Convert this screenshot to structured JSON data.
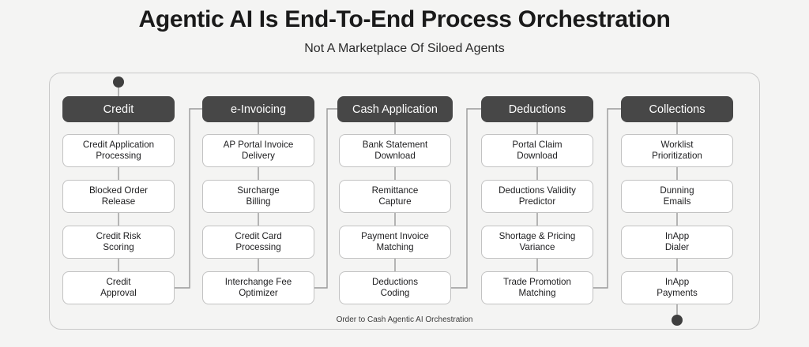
{
  "header": {
    "title": "Agentic AI Is End-To-End Process Orchestration",
    "subtitle": "Not A Marketplace Of Siloed Agents"
  },
  "diagram": {
    "caption": "Order to Cash Agentic AI Orchestration",
    "colors": {
      "page_background": "#f4f4f3",
      "column_header_fill": "#474747",
      "column_header_text": "#ffffff",
      "node_fill": "#ffffff",
      "node_border": "#c2c2c2",
      "connector": "#9a9a9a",
      "endpoint_dot": "#3f3f3f",
      "frame_border": "#c9c9c9"
    },
    "columns": [
      {
        "header": "Credit",
        "nodes": [
          {
            "line1": "Credit Application",
            "line2": "Processing"
          },
          {
            "line1": "Blocked Order",
            "line2": "Release"
          },
          {
            "line1": "Credit Risk",
            "line2": "Scoring"
          },
          {
            "line1": "Credit",
            "line2": "Approval"
          }
        ]
      },
      {
        "header": "e-Invoicing",
        "nodes": [
          {
            "line1": "AP Portal Invoice",
            "line2": "Delivery"
          },
          {
            "line1": "Surcharge",
            "line2": "Billing"
          },
          {
            "line1": "Credit Card",
            "line2": "Processing"
          },
          {
            "line1": "Interchange Fee",
            "line2": "Optimizer"
          }
        ]
      },
      {
        "header": "Cash Application",
        "nodes": [
          {
            "line1": "Bank Statement",
            "line2": "Download"
          },
          {
            "line1": "Remittance",
            "line2": "Capture"
          },
          {
            "line1": "Payment Invoice",
            "line2": "Matching"
          },
          {
            "line1": "Deductions",
            "line2": "Coding"
          }
        ]
      },
      {
        "header": "Deductions",
        "nodes": [
          {
            "line1": "Portal Claim",
            "line2": "Download"
          },
          {
            "line1": "Deductions Validity",
            "line2": "Predictor"
          },
          {
            "line1": "Shortage & Pricing",
            "line2": "Variance"
          },
          {
            "line1": "Trade Promotion",
            "line2": "Matching"
          }
        ]
      },
      {
        "header": "Collections",
        "nodes": [
          {
            "line1": "Worklist",
            "line2": "Prioritization"
          },
          {
            "line1": "Dunning",
            "line2": "Emails"
          },
          {
            "line1": "InApp",
            "line2": "Dialer"
          },
          {
            "line1": "InApp",
            "line2": "Payments"
          }
        ]
      }
    ]
  }
}
